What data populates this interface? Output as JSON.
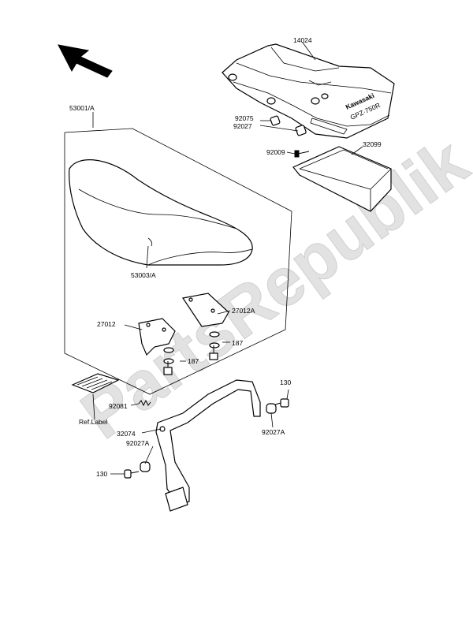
{
  "watermark": "PartsRepublik",
  "labels": {
    "p14024": "14024",
    "p53001a": "53001/A",
    "p92075": "92075",
    "p92027": "92027",
    "p92009": "92009",
    "p32099": "32099",
    "p53003a": "53003/A",
    "p27012a": "27012A",
    "p27012": "27012",
    "p187a": "187",
    "p187b": "187",
    "p130a": "130",
    "p92081": "92081",
    "p92027a_right": "92027A",
    "p_ref_label": "Ref.Label",
    "p32074": "32074",
    "p92027a_left": "92027A",
    "p130b": "130"
  },
  "cover_text": {
    "brand": "Kawasaki",
    "model": "GPZ·750R"
  },
  "colors": {
    "ink": "#000000",
    "watermark": "#e2e2e2"
  }
}
